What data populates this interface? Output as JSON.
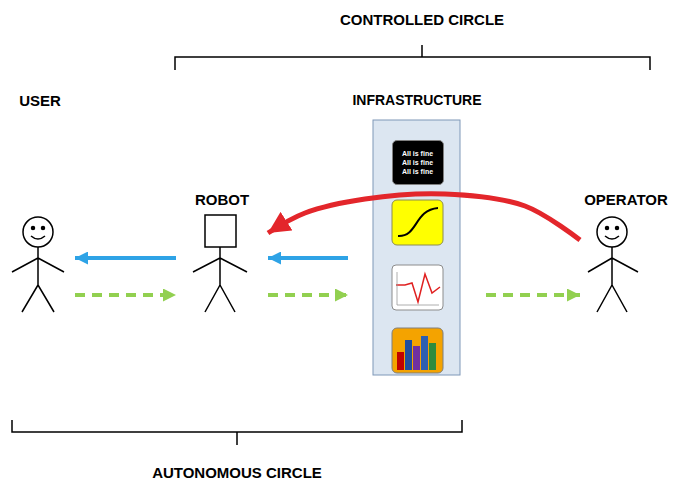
{
  "diagram": {
    "nodes": [
      {
        "text": [
          "USER"
        ]
      },
      {
        "text": [
          "ROBOT"
        ]
      },
      {
        "text": [
          "INFRASTRUCTURE"
        ]
      },
      {
        "text": [
          "All is fine",
          "All is fine",
          "All is fine"
        ],
        "in": 2
      },
      {
        "text": [
          "OPERATOR"
        ]
      }
    ],
    "edges": [
      {
        "from": 1,
        "to": 0,
        "arrow": "to"
      },
      {
        "from": 0,
        "to": 1,
        "arrow": "to"
      },
      {
        "from": 2,
        "to": 1,
        "arrow": "to"
      },
      {
        "from": 1,
        "to": 2,
        "arrow": "to"
      },
      {
        "from": 2,
        "to": 4,
        "arrow": "to"
      },
      {
        "from": 4,
        "to": 1,
        "arrow": "to"
      }
    ],
    "labels": [
      "CONTROLLED CIRCLE",
      "AUTONOMOUS CIRCLE"
    ]
  }
}
